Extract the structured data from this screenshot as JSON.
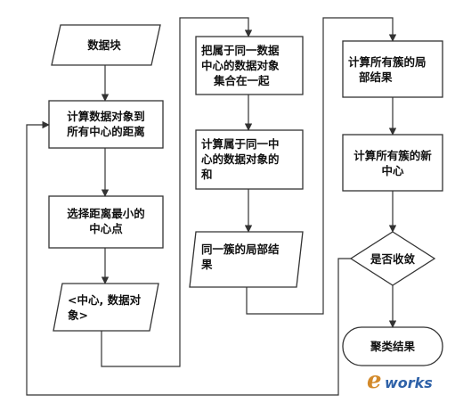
{
  "nodes": {
    "data_block": "数据块",
    "compute_distance": [
      "计算数据对象到",
      "所有中心的距离"
    ],
    "select_min": [
      "选择距离最小的",
      "中心点"
    ],
    "center_data": [
      "<中心, 数据对",
      "象>"
    ],
    "group_objects": [
      "把属于同一数据",
      "中心的数据对象",
      "集合在一起"
    ],
    "compute_sum": [
      "计算属于同一中",
      "心的数据对象的",
      "和"
    ],
    "cluster_local": [
      "同一簇的局部结",
      "果"
    ],
    "local_results": [
      "计算所有簇的局",
      "部结果"
    ],
    "new_centers": [
      "计算所有簇的新",
      "中心"
    ],
    "converged": "是否收敛",
    "cluster_result": "聚类结果"
  },
  "watermark": {
    "e": "e",
    "text": "works"
  },
  "colors": {
    "line": "#333333",
    "watermark_orange": "#d38a2b",
    "watermark_blue": "#2f62a8"
  }
}
